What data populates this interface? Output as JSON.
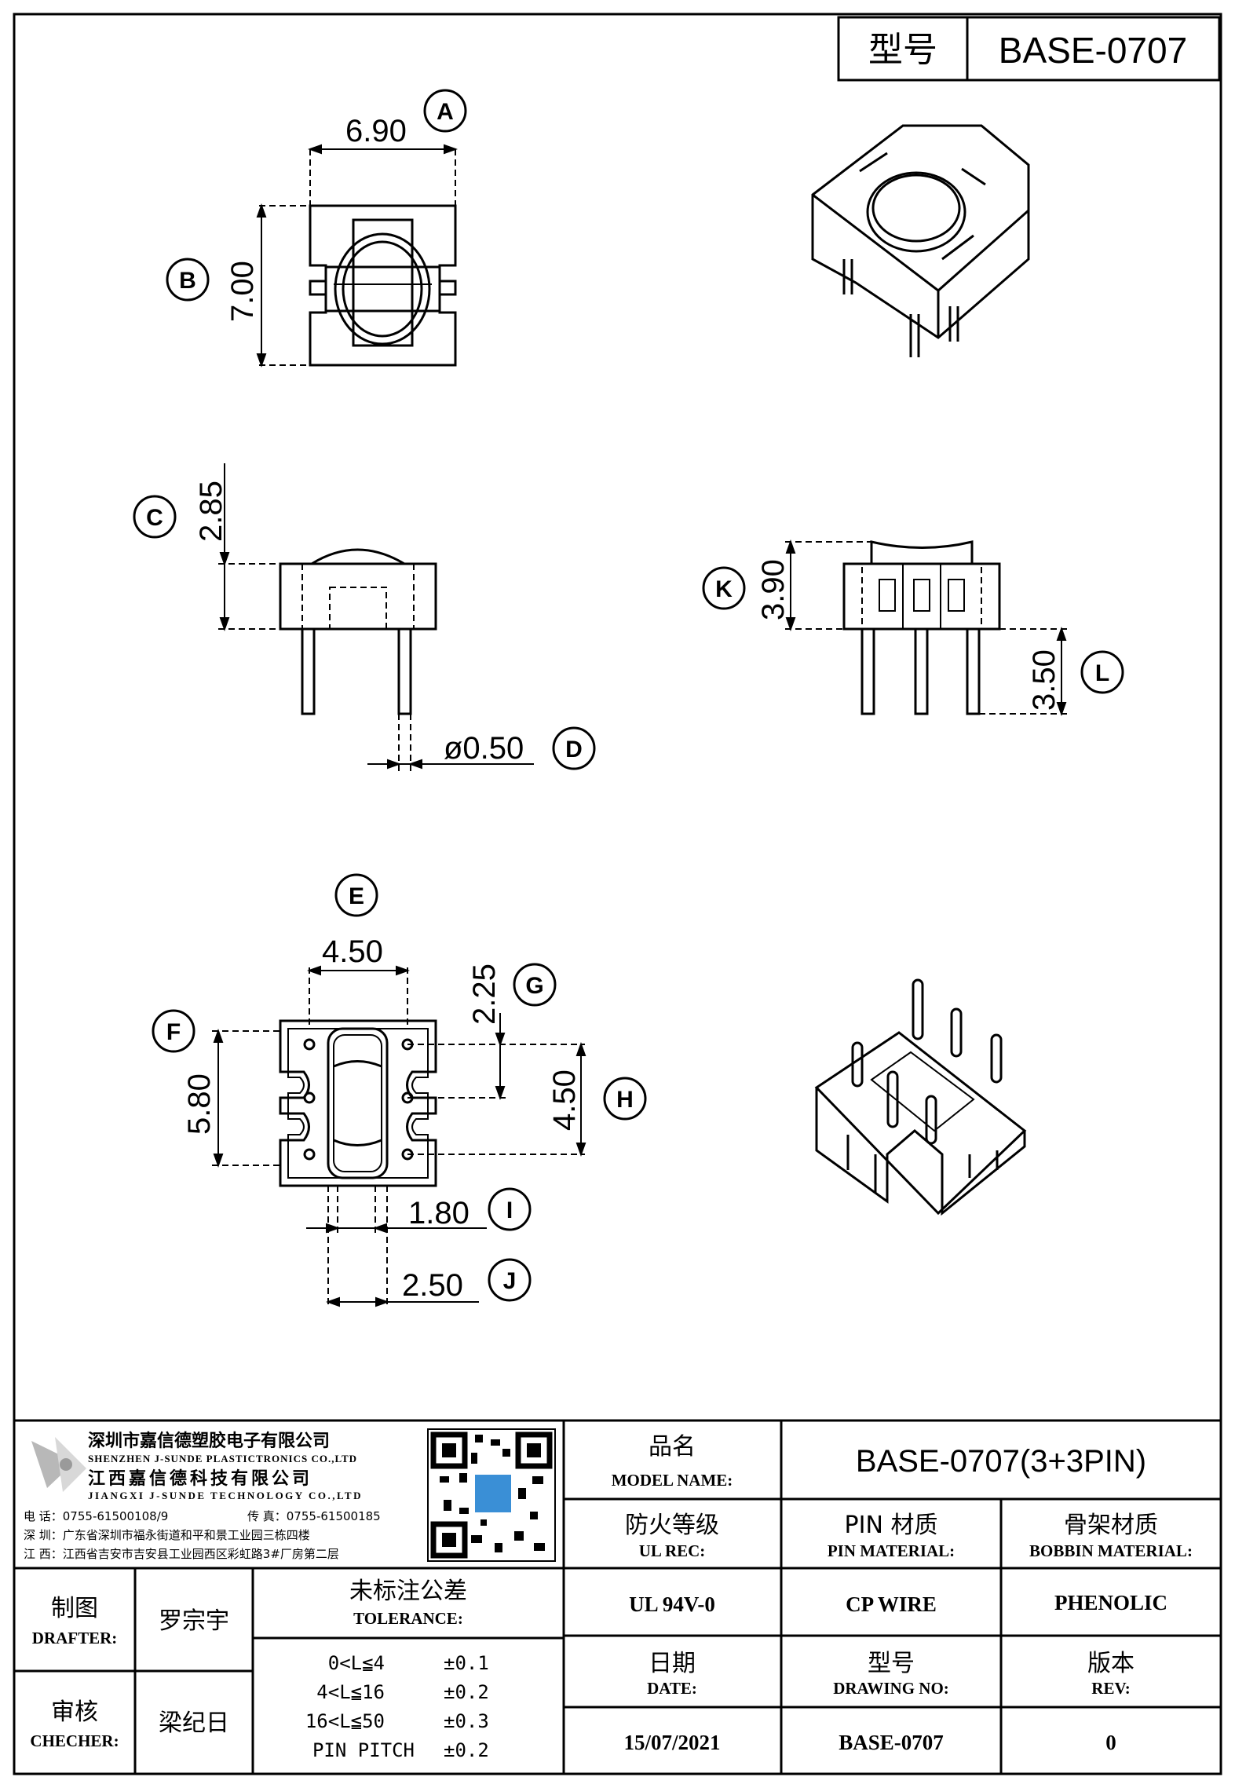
{
  "header": {
    "type_label": "型号",
    "model": "BASE-0707"
  },
  "dimensions": [
    {
      "callout": "A",
      "value": "6.90"
    },
    {
      "callout": "B",
      "value": "7.00"
    },
    {
      "callout": "C",
      "value": "2.85"
    },
    {
      "callout": "D",
      "value": "ø0.50"
    },
    {
      "callout": "E",
      "value": "4.50"
    },
    {
      "callout": "F",
      "value": "5.80"
    },
    {
      "callout": "G",
      "value": "2.25"
    },
    {
      "callout": "H",
      "value": "4.50"
    },
    {
      "callout": "I",
      "value": "1.80"
    },
    {
      "callout": "J",
      "value": "2.50"
    },
    {
      "callout": "K",
      "value": "3.90"
    },
    {
      "callout": "L",
      "value": "3.50"
    }
  ],
  "company": {
    "name_cn_1": "深圳市嘉信德塑胶电子有限公司",
    "name_en_1": "SHENZHEN J-SUNDE PLASTICTRONICS CO.,LTD",
    "name_cn_2": "江西嘉信德科技有限公司",
    "name_en_2": "JIANGXI J-SUNDE TECHNOLOGY CO.,LTD",
    "phone": "电 话：0755-61500108/9",
    "fax": "传 真：0755-61500185",
    "addr_sz": "深 圳：广东省深圳市福永街道和平和景工业园三栋四楼",
    "addr_jx": "江 西：江西省吉安市吉安县工业园西区彩虹路3#厂房第二层"
  },
  "title_block": {
    "model_name_cn": "品名",
    "model_name_en": "MODEL NAME:",
    "model_name_value": "BASE-0707(3+3PIN)",
    "ul_cn": "防火等级",
    "ul_en": "UL REC:",
    "pin_cn": "PIN 材质",
    "pin_en": "PIN MATERIAL:",
    "bobbin_cn": "骨架材质",
    "bobbin_en": "BOBBIN MATERIAL:",
    "ul_value": "UL 94V-0",
    "pin_value": "CP WIRE",
    "bobbin_value": "PHENOLIC",
    "date_cn": "日期",
    "date_en": "DATE:",
    "drawing_cn": "型号",
    "drawing_en": "DRAWING NO:",
    "rev_cn": "版本",
    "rev_en": "REV:",
    "date_value": "15/07/2021",
    "drawing_value": "BASE-0707",
    "rev_value": "0",
    "drafter_cn": "制图",
    "drafter_en": "DRAFTER:",
    "drafter_name": "罗宗宇",
    "checker_cn": "审核",
    "checker_en": "CHECHER:",
    "checker_name": "梁纪日",
    "tolerance_cn": "未标注公差",
    "tolerance_en": "TOLERANCE:",
    "tolerances": [
      {
        "range": "0<L≦4",
        "value": "±0.1"
      },
      {
        "range": "4<L≦16",
        "value": "±0.2"
      },
      {
        "range": "16<L≦50",
        "value": "±0.3"
      },
      {
        "range": "PIN PITCH",
        "value": "±0.2"
      }
    ]
  }
}
